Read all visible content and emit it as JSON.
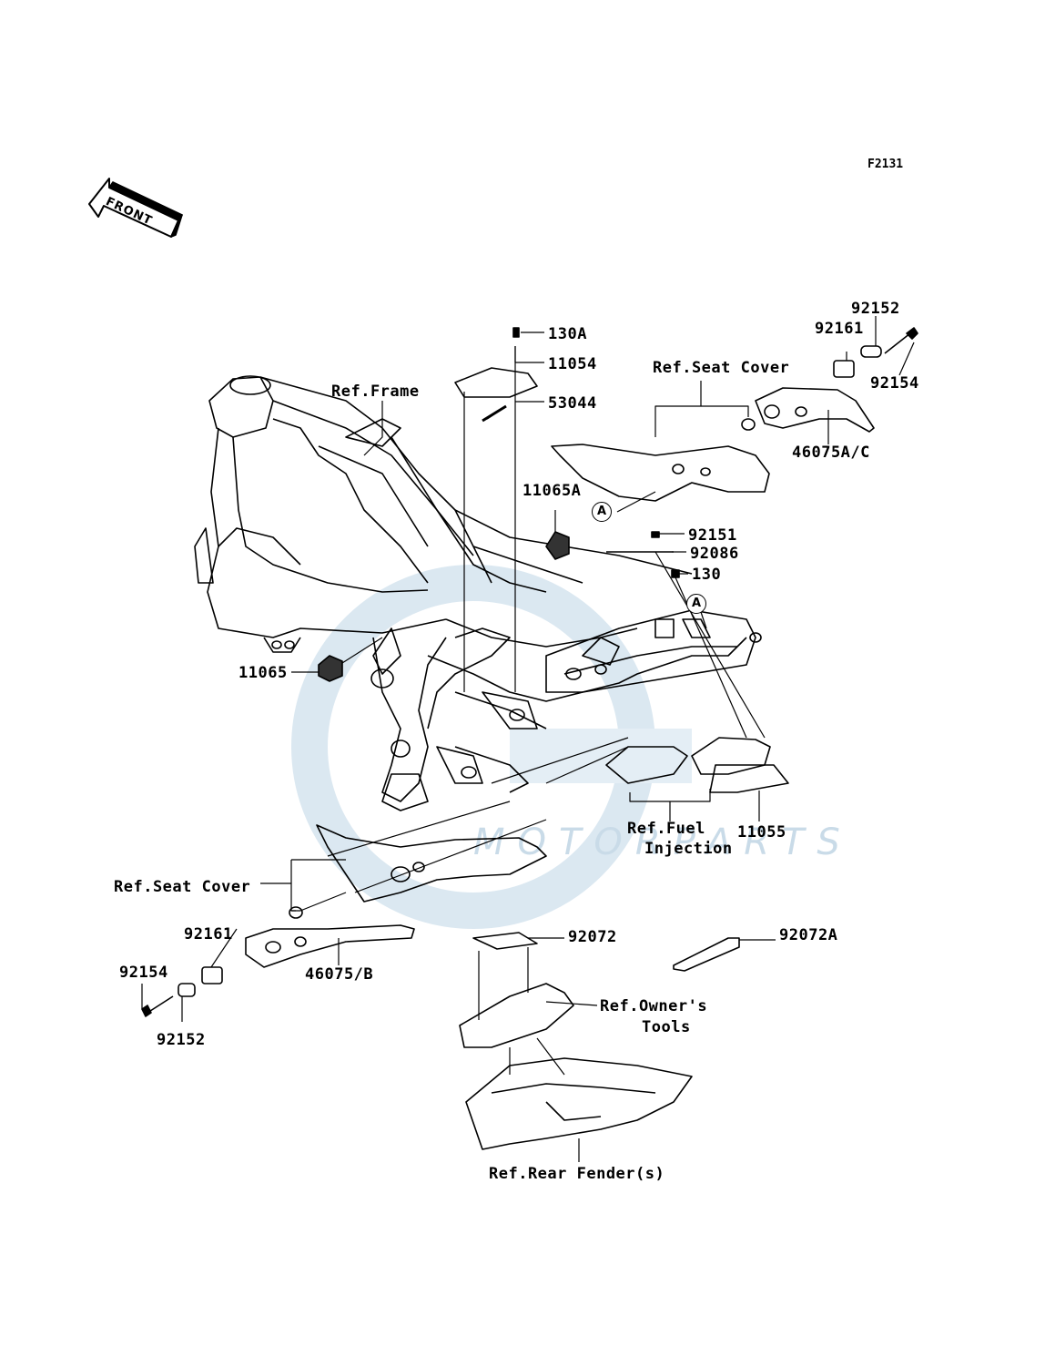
{
  "figure_code": "F2131",
  "front_label": "FRONT",
  "watermark_text": "MOTORPARTS",
  "callout_letter": "A",
  "colors": {
    "line": "#000000",
    "watermark": "#c9dbe8",
    "background": "#ffffff"
  },
  "labels": {
    "ref_frame": "Ref.Frame",
    "ref_seat_cover_top": "Ref.Seat Cover",
    "ref_seat_cover_left": "Ref.Seat Cover",
    "ref_fuel_injection_1": "Ref.Fuel",
    "ref_fuel_injection_2": "Injection",
    "ref_owners_tools_1": "Ref.Owner's",
    "ref_owners_tools_2": "Tools",
    "ref_rear_fender": "Ref.Rear Fender(s)"
  },
  "parts": {
    "p130A": "130A",
    "p11054": "11054",
    "p53044": "53044",
    "p11065A": "11065A",
    "p92152_top": "92152",
    "p92161_top": "92161",
    "p92154_top": "92154",
    "p46075AC": "46075A/C",
    "p92151": "92151",
    "p92086": "92086",
    "p130": "130",
    "p11065": "11065",
    "p11055": "11055",
    "p92161_left": "92161",
    "p92154_left": "92154",
    "p92152_left": "92152",
    "p46075B": "46075/B",
    "p92072": "92072",
    "p92072A": "92072A"
  }
}
